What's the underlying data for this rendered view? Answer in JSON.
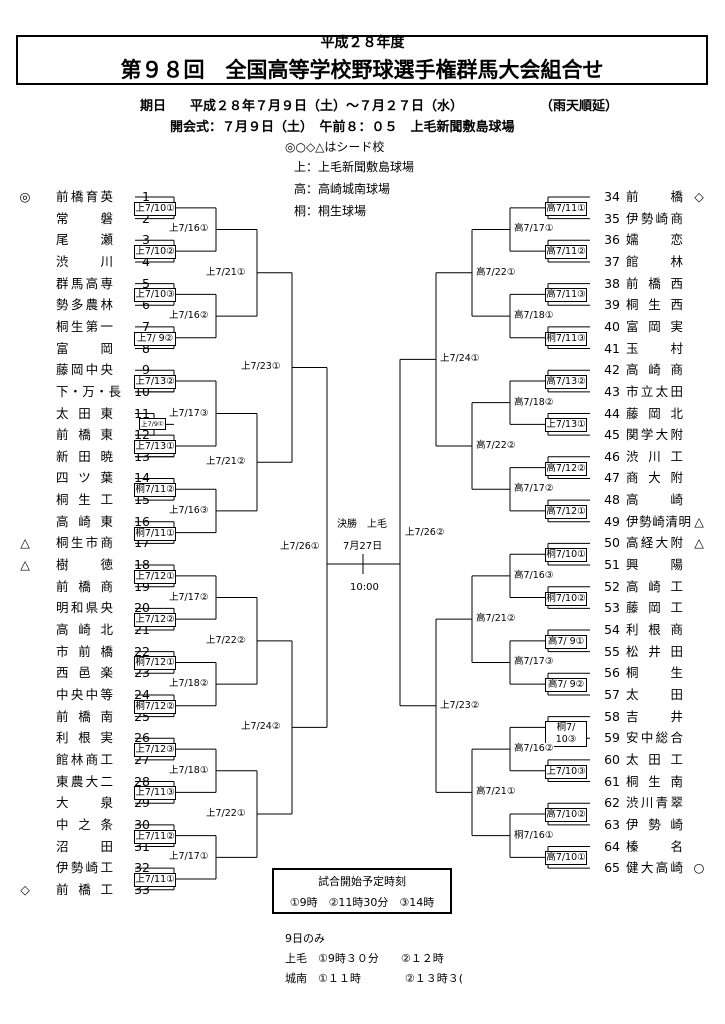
{
  "header": {
    "year": "平成２８年度",
    "title": "第９８回　全国高等学校野球選手権群馬大会組合せ",
    "period_label": "期日",
    "period": "平成２８年７月９日（土）～７月２７日（水）",
    "rain": "（雨天順延）",
    "opening": "開会式：７月９日（土）　午前８：０５　上毛新聞敷島球場"
  },
  "legend": {
    "seed": "◎○◇△はシード校",
    "venues": [
      "上：上毛新聞敷島球場",
      "高：高崎城南球場",
      "桐：桐生球場"
    ]
  },
  "left_teams": [
    {
      "no": "1",
      "name": "前橋育英",
      "mark": "◎"
    },
    {
      "no": "2",
      "name": "常磐",
      "mark": ""
    },
    {
      "no": "3",
      "name": "尾瀬",
      "mark": ""
    },
    {
      "no": "4",
      "name": "渋川",
      "mark": ""
    },
    {
      "no": "5",
      "name": "群馬高専",
      "mark": ""
    },
    {
      "no": "6",
      "name": "勢多農林",
      "mark": ""
    },
    {
      "no": "7",
      "name": "桐生第一",
      "mark": ""
    },
    {
      "no": "8",
      "name": "富岡",
      "mark": ""
    },
    {
      "no": "9",
      "name": "藤岡中央",
      "mark": ""
    },
    {
      "no": "10",
      "name": "下・万・長",
      "mark": ""
    },
    {
      "no": "11",
      "name": "太田東",
      "mark": ""
    },
    {
      "no": "12",
      "name": "前橋東",
      "mark": ""
    },
    {
      "no": "13",
      "name": "新田暁",
      "mark": ""
    },
    {
      "no": "14",
      "name": "四ツ葉",
      "mark": ""
    },
    {
      "no": "15",
      "name": "桐生工",
      "mark": ""
    },
    {
      "no": "16",
      "name": "高崎東",
      "mark": ""
    },
    {
      "no": "17",
      "name": "桐生市商",
      "mark": "△"
    },
    {
      "no": "18",
      "name": "樹徳",
      "mark": "△"
    },
    {
      "no": "19",
      "name": "前橋商",
      "mark": ""
    },
    {
      "no": "20",
      "name": "明和県央",
      "mark": ""
    },
    {
      "no": "21",
      "name": "高崎北",
      "mark": ""
    },
    {
      "no": "22",
      "name": "市前橋",
      "mark": ""
    },
    {
      "no": "23",
      "name": "西邑楽",
      "mark": ""
    },
    {
      "no": "24",
      "name": "中央中等",
      "mark": ""
    },
    {
      "no": "25",
      "name": "前橋南",
      "mark": ""
    },
    {
      "no": "26",
      "name": "利根実",
      "mark": ""
    },
    {
      "no": "27",
      "name": "館林商工",
      "mark": ""
    },
    {
      "no": "28",
      "name": "東農大二",
      "mark": ""
    },
    {
      "no": "29",
      "name": "大泉",
      "mark": ""
    },
    {
      "no": "30",
      "name": "中之条",
      "mark": ""
    },
    {
      "no": "31",
      "name": "沼田",
      "mark": ""
    },
    {
      "no": "32",
      "name": "伊勢崎工",
      "mark": ""
    },
    {
      "no": "33",
      "name": "前橋工",
      "mark": "◇"
    }
  ],
  "right_teams": [
    {
      "no": "34",
      "name": "前橋",
      "mark": "◇"
    },
    {
      "no": "35",
      "name": "伊勢崎商",
      "mark": ""
    },
    {
      "no": "36",
      "name": "嬬恋",
      "mark": ""
    },
    {
      "no": "37",
      "name": "館林",
      "mark": ""
    },
    {
      "no": "38",
      "name": "前橋西",
      "mark": ""
    },
    {
      "no": "39",
      "name": "桐生西",
      "mark": ""
    },
    {
      "no": "40",
      "name": "富岡実",
      "mark": ""
    },
    {
      "no": "41",
      "name": "玉村",
      "mark": ""
    },
    {
      "no": "42",
      "name": "高崎商",
      "mark": ""
    },
    {
      "no": "43",
      "name": "市立太田",
      "mark": ""
    },
    {
      "no": "44",
      "name": "藤岡北",
      "mark": ""
    },
    {
      "no": "45",
      "name": "関学大附",
      "mark": ""
    },
    {
      "no": "46",
      "name": "渋川工",
      "mark": ""
    },
    {
      "no": "47",
      "name": "商大附",
      "mark": ""
    },
    {
      "no": "48",
      "name": "高崎",
      "mark": ""
    },
    {
      "no": "49",
      "name": "伊勢崎清明",
      "mark": "△"
    },
    {
      "no": "50",
      "name": "高経大附",
      "mark": "△"
    },
    {
      "no": "51",
      "name": "興陽",
      "mark": ""
    },
    {
      "no": "52",
      "name": "高崎工",
      "mark": ""
    },
    {
      "no": "53",
      "name": "藤岡工",
      "mark": ""
    },
    {
      "no": "54",
      "name": "利根商",
      "mark": ""
    },
    {
      "no": "55",
      "name": "松井田",
      "mark": ""
    },
    {
      "no": "56",
      "name": "桐生",
      "mark": ""
    },
    {
      "no": "57",
      "name": "太田",
      "mark": ""
    },
    {
      "no": "58",
      "name": "吉井",
      "mark": ""
    },
    {
      "no": "59",
      "name": "安中総合",
      "mark": ""
    },
    {
      "no": "60",
      "name": "太田工",
      "mark": ""
    },
    {
      "no": "61",
      "name": "桐生南",
      "mark": ""
    },
    {
      "no": "62",
      "name": "渋川青翠",
      "mark": ""
    },
    {
      "no": "63",
      "name": "伊勢崎",
      "mark": ""
    },
    {
      "no": "64",
      "name": "榛名",
      "mark": ""
    },
    {
      "no": "65",
      "name": "健大高崎",
      "mark": "○"
    }
  ],
  "matches": {
    "left_pre": "上7/9①",
    "left_r1": [
      "上7/10①",
      "上7/10②",
      "上7/10③",
      "上7/ 9②",
      "上7/13②",
      "上7/13①",
      "桐7/11②",
      "桐7/11①",
      "上7/12①",
      "上7/12②",
      "桐7/12①",
      "桐7/12②",
      "上7/12③",
      "上7/11③",
      "上7/11②",
      "上7/11①"
    ],
    "left_r2": [
      "上7/16①",
      "上7/16②",
      "上7/17③",
      "上7/16③",
      "上7/17②",
      "上7/18②",
      "上7/18①",
      "上7/17①"
    ],
    "left_r3": [
      "上7/21①",
      "上7/21②",
      "上7/22②",
      "上7/22①"
    ],
    "left_r4": [
      "上7/23①",
      "上7/24②"
    ],
    "left_semi": "上7/26①",
    "right_r1": [
      "高7/11①",
      "高7/11②",
      "高7/11③",
      "桐7/11③",
      "高7/13②",
      "上7/13①",
      "高7/12②",
      "高7/12①",
      "桐7/10①",
      "桐7/10②",
      "高7/ 9①",
      "高7/ 9②",
      "桐7/ 10③",
      "上7/10③",
      "高7/10②",
      "高7/10①"
    ],
    "right_r2": [
      "高7/17①",
      "高7/18①",
      "高7/18②",
      "高7/17②",
      "高7/16③",
      "高7/17③",
      "高7/16②",
      "桐7/16①"
    ],
    "right_r3": [
      "高7/22①",
      "高7/22②",
      "高7/21②",
      "高7/21①"
    ],
    "right_r4": [
      "上7/24①",
      "上7/23②"
    ],
    "right_semi": "上7/26②"
  },
  "final": {
    "label": "決勝　上毛",
    "date": "7月27日",
    "time": "10:00"
  },
  "start_times": {
    "title": "試合開始予定時刻",
    "times": "①9時　②11時30分　③14時"
  },
  "notes": {
    "title": "9日のみ",
    "jomo": "上毛　①9時３０分　　②１２時",
    "jonan": "城南　①１１時　　　　②１３時３("
  }
}
